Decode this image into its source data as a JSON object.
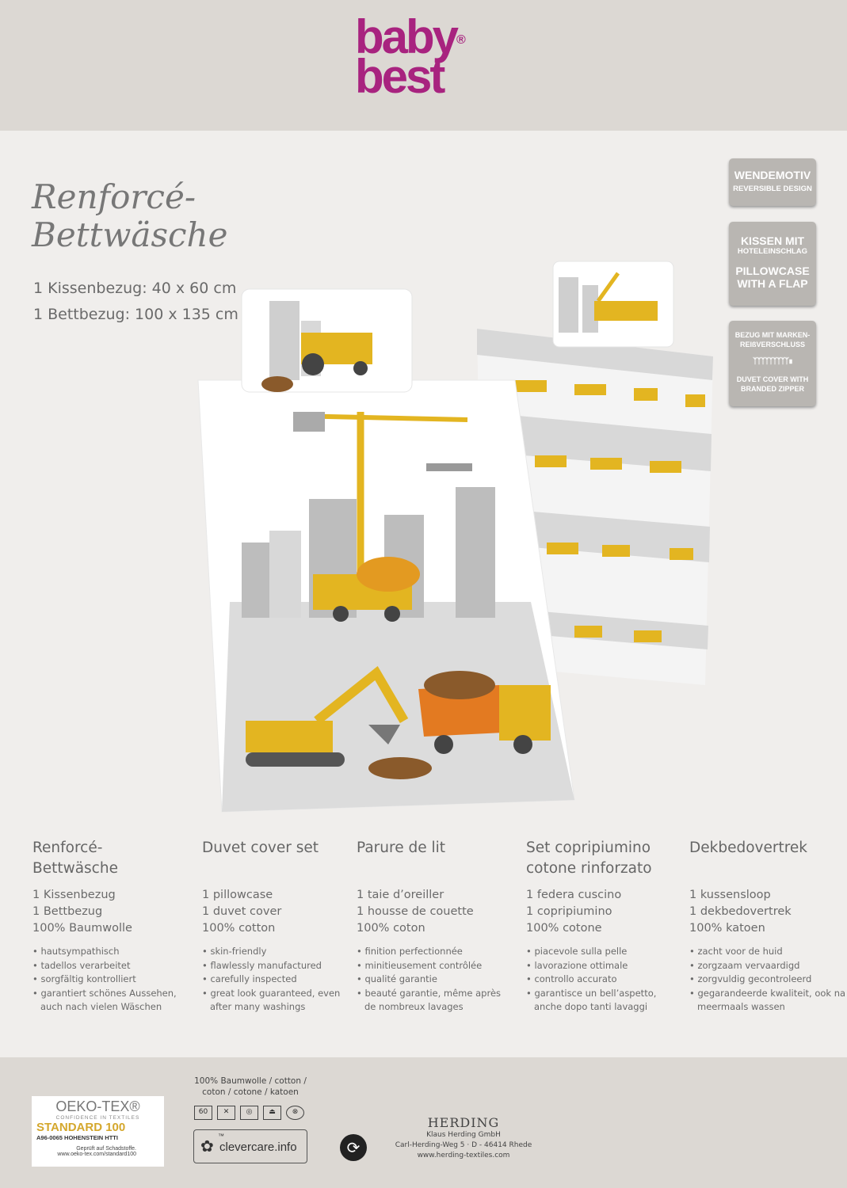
{
  "brand": {
    "line1": "baby",
    "line2": "best",
    "reg": "®",
    "color": "#a8237f"
  },
  "product": {
    "title_line1": "Renforcé-",
    "title_line2": "Bettwäsche",
    "size1": "1 Kissenbezug: 40 x 60 cm",
    "size2": "1 Bettbezug: 100 x 135 cm"
  },
  "badges": [
    {
      "big": "WENDEMOTIV",
      "small": "REVERSIBLE DESIGN"
    },
    {
      "big": "KISSEN MIT",
      "small": "HOTELEINSCHLAG",
      "big2": "PILLOWCASE",
      "big3": "WITH A FLAP"
    },
    {
      "small": "BEZUG MIT MARKEN-",
      "small2": "REIßVERSCHLUSS",
      "small3": "DUVET COVER WITH",
      "small4": "BRANDED ZIPPER",
      "icon": "zipper-icon"
    }
  ],
  "columns": [
    {
      "title": "Renforcé-\nBettwäsche",
      "details": [
        "1 Kissenbezug",
        "1 Bettbezug",
        "100% Baumwolle"
      ],
      "bullets": [
        "hautsympathisch",
        "tadellos verarbeitet",
        "sorgfältig kontrolliert",
        "garantiert schönes Aussehen, auch nach vielen Wäschen"
      ]
    },
    {
      "title": "Duvet cover set",
      "details": [
        "1 pillowcase",
        "1 duvet cover",
        "100% cotton"
      ],
      "bullets": [
        "skin-friendly",
        "flawlessly manufactured",
        "carefully inspected",
        "great look guaranteed, even after many washings"
      ]
    },
    {
      "title": "Parure de lit",
      "details": [
        "1 taie d’oreiller",
        "1 housse de couette",
        "100% coton"
      ],
      "bullets": [
        "finition perfectionnée",
        "minitieusement contrôlée",
        "qualité garantie",
        "beauté garantie, même après de nombreux lavages"
      ]
    },
    {
      "title": "Set copripiumino\ncotone rinforzato",
      "details": [
        "1 federa cuscino",
        "1 copripiumino",
        "100% cotone"
      ],
      "bullets": [
        "piacevole sulla pelle",
        "lavorazione ottimale",
        "controllo accurato",
        "garantisce un bell’aspetto, anche dopo tanti lavaggi"
      ]
    },
    {
      "title": "Dekbedovertrek",
      "details": [
        "1 kussensloop",
        "1 dekbedovertrek",
        "100% katoen"
      ],
      "bullets": [
        "zacht voor de huid",
        "zorgzaam vervaardigd",
        "zorgvuldig gecontroleerd",
        "gegarandeerde kwaliteit, ook na meermaals wassen"
      ]
    }
  ],
  "footer": {
    "oeko": {
      "name": "OEKO-TEX®",
      "tag": "CONFIDENCE IN TEXTILES",
      "standard": "STANDARD 100",
      "code": "A96-0065 HOHENSTEIN HTTI",
      "note1": "Geprüft auf Schadstoffe.",
      "note2": "www.oeko-tex.com/standard100"
    },
    "material_line1": "100% Baumwolle / cotton /",
    "material_line2": "coton / cotone / katoen",
    "care_symbols": [
      {
        "icon": "wash-60-icon",
        "label": "60"
      },
      {
        "icon": "no-bleach-icon",
        "label": "✕"
      },
      {
        "icon": "tumble-dry-icon",
        "label": "◎"
      },
      {
        "icon": "iron-icon",
        "label": "⏏"
      },
      {
        "icon": "no-dry-clean-icon",
        "label": "⊗"
      }
    ],
    "clevercare": "clevercare.info",
    "clevercare_tm": "™",
    "herding": {
      "name": "HERDING",
      "company": "Klaus Herding GmbH",
      "address": "Carl-Herding-Weg 5 · D - 46414 Rhede",
      "web": "www.herding-textiles.com"
    }
  }
}
